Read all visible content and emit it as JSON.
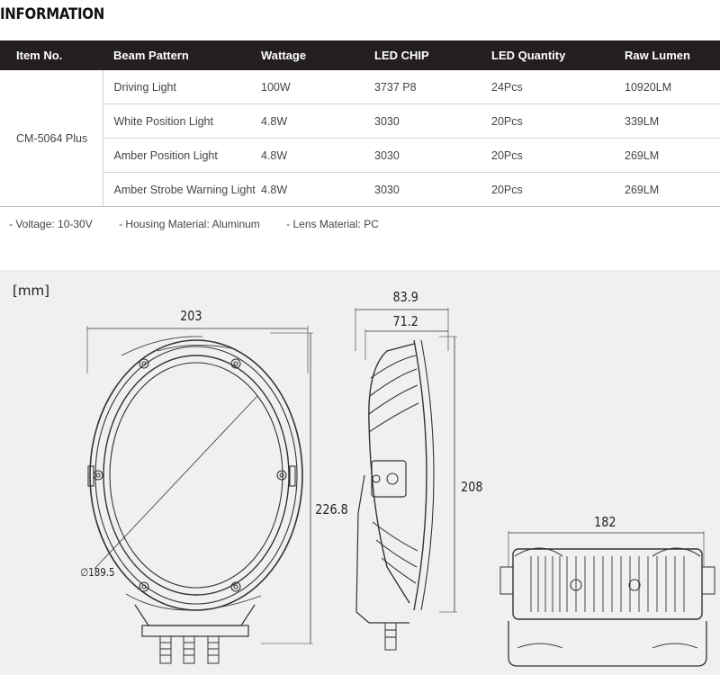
{
  "title": "INFORMATION",
  "table": {
    "headers": [
      "Item No.",
      "Beam Pattern",
      "Wattage",
      "LED CHIP",
      "LED Quantity",
      "Raw Lumen"
    ],
    "item_no": "CM-5064 Plus",
    "rows": [
      {
        "beam": "Driving Light",
        "wattage": "100W",
        "chip": "3737 P8",
        "qty": "24Pcs",
        "lumen": "10920LM"
      },
      {
        "beam": "White Position Light",
        "wattage": "4.8W",
        "chip": "3030",
        "qty": "20Pcs",
        "lumen": "339LM"
      },
      {
        "beam": "Amber Position Light",
        "wattage": "4.8W",
        "chip": "3030",
        "qty": "20Pcs",
        "lumen": "269LM"
      },
      {
        "beam": "Amber Strobe Warning Light",
        "wattage": "4.8W",
        "chip": "3030",
        "qty": "20Pcs",
        "lumen": "269LM"
      }
    ]
  },
  "notes": [
    "- Voltage: 10-30V",
    "- Housing Material: Aluminum",
    "- Lens Material: PC"
  ],
  "drawing": {
    "unit_label": "[mm]",
    "front_width": "203",
    "front_height": "226.8",
    "lens_diameter": "∅189.5",
    "side_depth_total": "83.9",
    "side_depth_body": "71.2",
    "side_height": "208",
    "bottom_width": "182"
  }
}
